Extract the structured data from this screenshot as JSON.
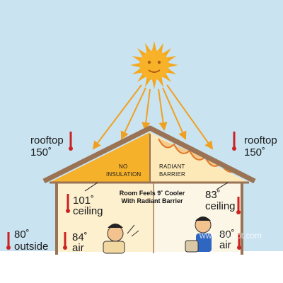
{
  "sun": {
    "icon": "sun-icon",
    "color": "#f5a81c"
  },
  "sky_color": "#c9e3f1",
  "colors": {
    "hot_attic": "#f6b12a",
    "cool_attic": "#fce7b6",
    "roof": "#9a7354",
    "wall": "#ffffff",
    "floor": "#ffffff",
    "thermometer": "#cc2222"
  },
  "labels": {
    "rooftop_left": "rooftop",
    "rooftop_left_temp": "150˚",
    "rooftop_right": "rooftop",
    "rooftop_right_temp": "150˚",
    "ceiling_left_temp": "101˚",
    "ceiling_left": "ceiling",
    "ceiling_right_temp": "83˚",
    "ceiling_right": "ceiling",
    "outside_temp": "80˚",
    "outside": "outside",
    "air_left_temp": "84˚",
    "air_left": "air",
    "air_right_temp": "80˚",
    "air_right": "air"
  },
  "attic": {
    "no_insulation_line1": "No",
    "no_insulation_line2": "Insulation",
    "radiant_barrier_line1": "Radiant",
    "radiant_barrier_line2": "Barrier"
  },
  "callout": {
    "line1": "Room Feels 9˚ Cooler",
    "line2": "With Radiant Barrier"
  },
  "watermark": "www.zxjjypt.com"
}
